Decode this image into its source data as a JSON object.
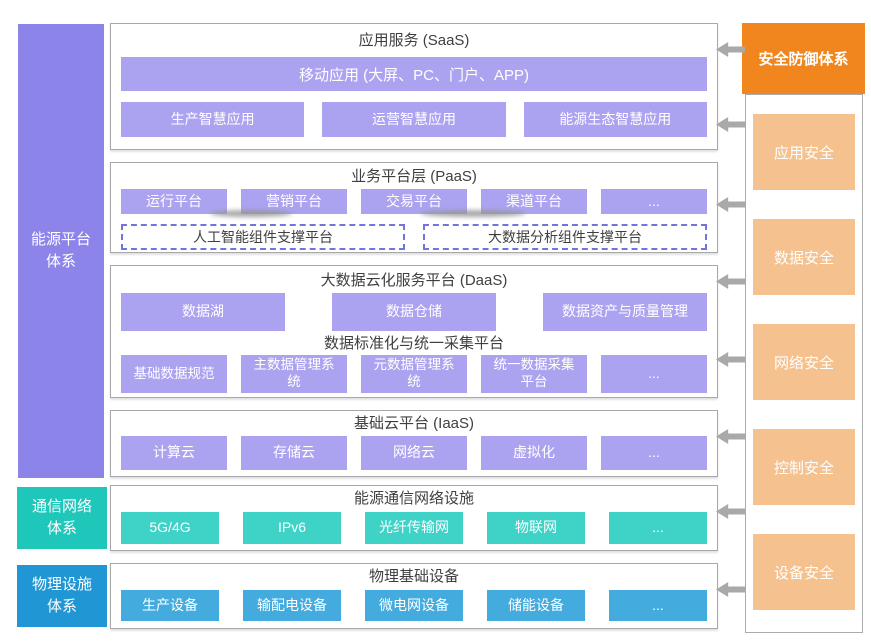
{
  "palette": {
    "energy_pillar": "#8c84e8",
    "module_purple": "#aba3f0",
    "comm_pillar": "#1fc7ba",
    "comm_module": "#3fd2c7",
    "phys_pillar": "#2196d5",
    "phys_module": "#44abde",
    "security_header": "#f0861d",
    "security_item": "#f5c18f",
    "border_gray": "#a8a8a8",
    "arrow_gray": "#a9a9a9",
    "title_text": "#3f3f3f",
    "dashed_border": "#7373de"
  },
  "pillars": {
    "energy": {
      "lines": [
        "能源平台",
        "体系"
      ]
    },
    "comm": {
      "lines": [
        "通信网络",
        "体系"
      ]
    },
    "phys": {
      "lines": [
        "物理设施",
        "体系"
      ]
    }
  },
  "sections": {
    "saas": {
      "title": "应用服务 (SaaS)",
      "banner": "移动应用 (大屏、PC、门户、APP)",
      "boxes": [
        "生产智慧应用",
        "运营智慧应用",
        "能源生态智慧应用"
      ]
    },
    "paas": {
      "title": "业务平台层 (PaaS)",
      "boxes": [
        "运行平台",
        "营销平台",
        "交易平台",
        "渠道平台",
        "..."
      ],
      "dashed": [
        "人工智能组件支撑平台",
        "大数据分析组件支撑平台"
      ]
    },
    "daas": {
      "title": "大数据云化服务平台 (DaaS)",
      "row1": [
        "数据湖",
        "数据仓储",
        "数据资产与质量管理"
      ],
      "subtitle": "数据标准化与统一采集平台",
      "row2": [
        "基础数据规范",
        "主数据管理系统",
        "元数据管理系统",
        "统一数据采集平台",
        "..."
      ]
    },
    "iaas": {
      "title": "基础云平台 (IaaS)",
      "boxes": [
        "计算云",
        "存储云",
        "网络云",
        "虚拟化",
        "..."
      ]
    },
    "comm": {
      "title": "能源通信网络设施",
      "boxes": [
        "5G/4G",
        "IPv6",
        "光纤传输网",
        "物联网",
        "..."
      ]
    },
    "phys": {
      "title": "物理基础设备",
      "boxes": [
        "生产设备",
        "输配电设备",
        "微电网设备",
        "储能设备",
        "..."
      ]
    }
  },
  "security": {
    "header": "安全防御体系",
    "items": [
      "应用安全",
      "数据安全",
      "网络安全",
      "控制安全",
      "设备安全"
    ]
  }
}
